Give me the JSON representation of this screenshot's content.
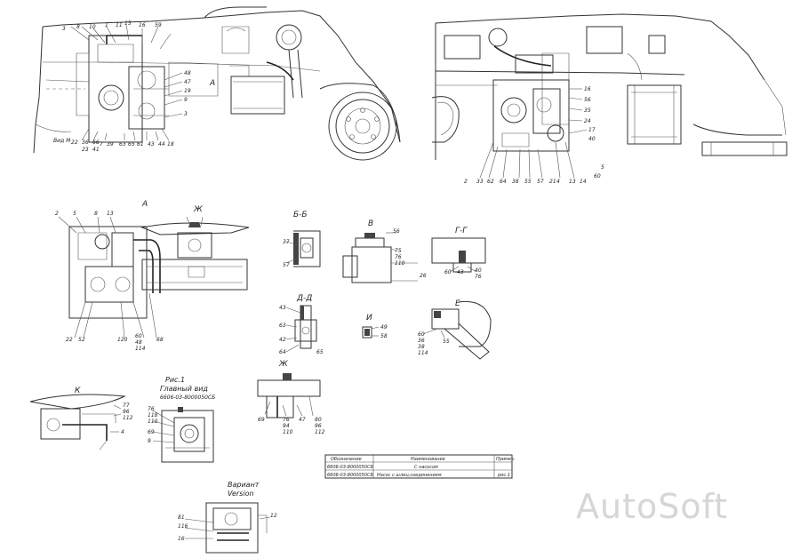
{
  "views": {
    "A": "А",
    "BB": "Б-Б",
    "V": "В",
    "GG": "Г-Г",
    "DD": "Д-Д",
    "I": "И",
    "E": "Е",
    "ZH": "Ж",
    "K": "К"
  },
  "figure": {
    "line1": "Рис.1",
    "line2": "Главный вид",
    "line3": "6606-03-8000050СБ"
  },
  "variant": {
    "line1": "Вариант",
    "line2": "Version"
  },
  "table": {
    "headers": [
      "Обозначение",
      "Наименование",
      "Примеч."
    ],
    "rows": [
      [
        "6606-03-8000050СБ",
        "С насосом",
        ""
      ],
      [
        "6606-03-8000050СБ",
        "Насос с шлиц.соединением",
        "рис.1"
      ]
    ]
  },
  "watermark": "AutoSoft",
  "labels": {
    "tv1": [
      "3",
      "8",
      "10",
      "1",
      "11",
      "15",
      "16",
      "59",
      "A",
      "48",
      "47",
      "19",
      "9",
      "3",
      "18",
      "44",
      "43",
      "61",
      "65",
      "63",
      "39",
      "Вид М",
      "36",
      "66",
      "7",
      "41",
      "23",
      "22"
    ],
    "tv2": [
      "2",
      "33",
      "62",
      "64",
      "38",
      "55",
      "57",
      "4",
      "13",
      "16",
      "56",
      "35",
      "24",
      "17",
      "40",
      "21",
      "14",
      "60",
      "5"
    ],
    "a": [
      "2",
      "5",
      "8",
      "13",
      "22",
      "52",
      "120",
      "60",
      "48",
      "114",
      "68"
    ],
    "bb": [
      "37",
      "57"
    ],
    "v": [
      "56",
      "75",
      "76",
      "110",
      "26"
    ],
    "gg": [
      "60",
      "43",
      "40",
      "76"
    ],
    "dd": [
      "43",
      "63",
      "42",
      "64",
      "65"
    ],
    "i": [
      "49",
      "58"
    ],
    "e": [
      "60",
      "36",
      "38",
      "114",
      "55"
    ],
    "zh": [
      "69",
      "76",
      "94",
      "110",
      "47",
      "80",
      "96",
      "112"
    ],
    "k": [
      "77",
      "96",
      "112",
      "4"
    ],
    "fig": [
      "76",
      "118",
      "110",
      "69",
      "9"
    ],
    "var": [
      "81",
      "116",
      "16",
      "12"
    ]
  }
}
